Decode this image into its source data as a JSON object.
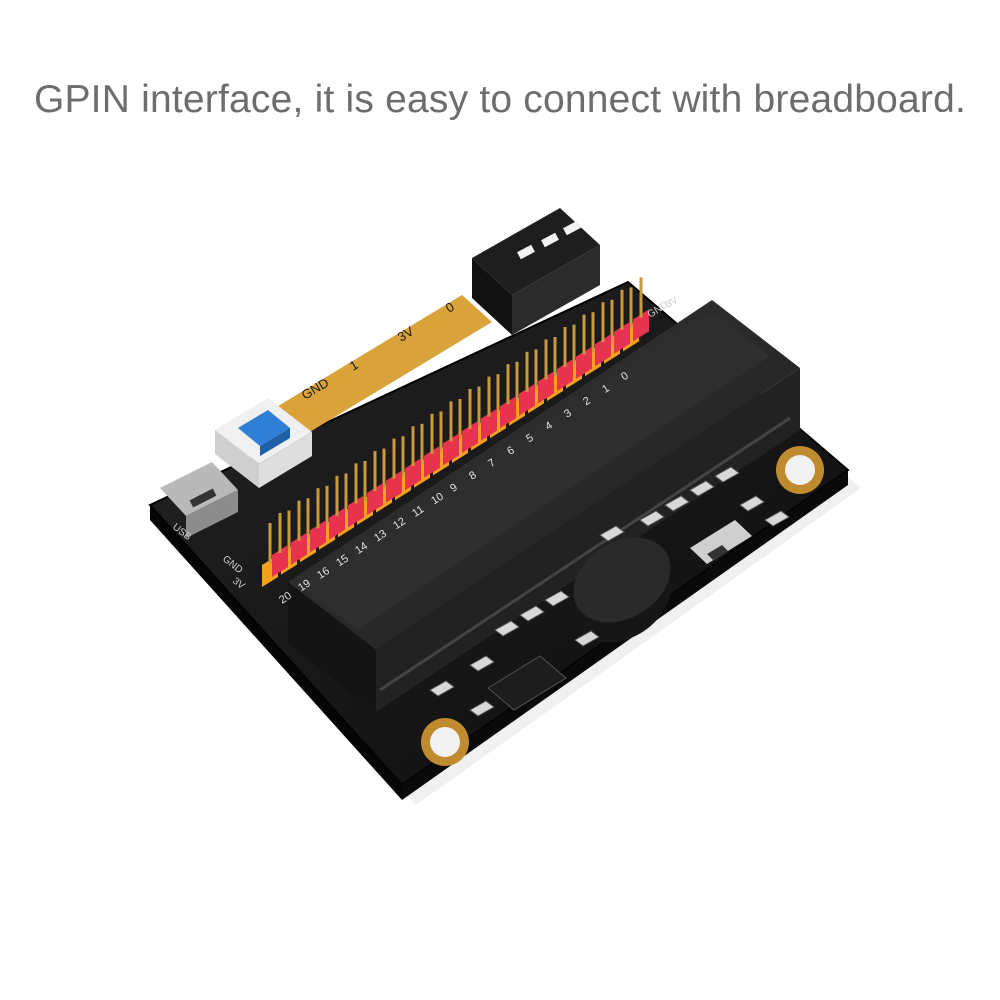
{
  "caption": "GPIN interface, it is easy to connect with breadboard.",
  "board": {
    "pad_labels": [
      "GND",
      "1",
      "3V",
      "0"
    ],
    "edge_labels": [
      "USB",
      "GND",
      "3V",
      "GND",
      "3V"
    ],
    "pin_numbers": [
      "20",
      "19",
      "16",
      "15",
      "14",
      "13",
      "12",
      "11",
      "10",
      "9",
      "8",
      "7",
      "6",
      "5",
      "4",
      "3",
      "2",
      "1",
      "0"
    ],
    "colors": {
      "pcb": "#151515",
      "pad_gold": "#d9a23a",
      "header_red": "#e8334f",
      "header_orange": "#f4a21e",
      "pin_gold": "#c99a3c",
      "button_blue": "#2f7fd6",
      "connector_black": "#262626"
    }
  }
}
